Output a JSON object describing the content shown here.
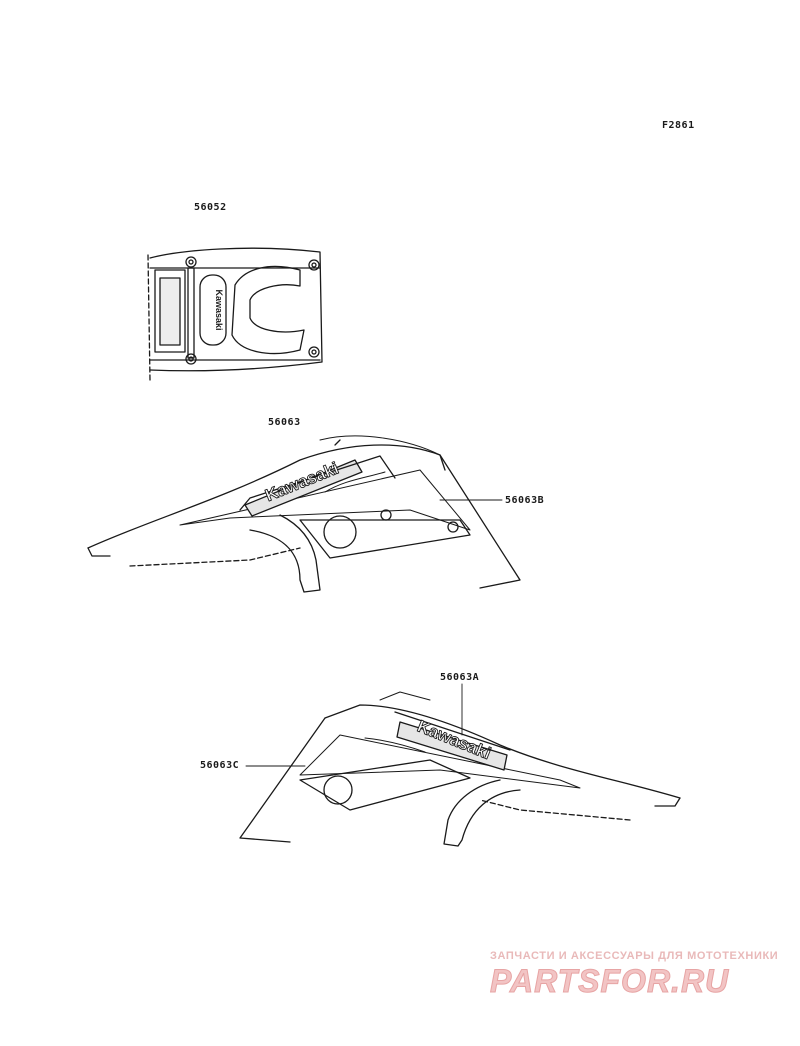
{
  "figure_code": "F2861",
  "parts": [
    {
      "id": "p1",
      "number": "56052"
    },
    {
      "id": "p2",
      "number": "56063"
    },
    {
      "id": "p3",
      "number": "56063B"
    },
    {
      "id": "p4",
      "number": "56063A"
    },
    {
      "id": "p5",
      "number": "56063C"
    }
  ],
  "decal_text": {
    "brand_small": "Kawasaki",
    "brand_main_right": "Kawasaki",
    "brand_main_left": "Kawasaki"
  },
  "watermark": {
    "tagline": "ЗАПЧАСТИ И АКСЕССУАРЫ ДЛЯ МОТОТЕХНИКИ",
    "logo": "PARTSFOR.RU"
  },
  "colors": {
    "line": "#1a1a1a",
    "watermark": "#f2c4c4"
  }
}
